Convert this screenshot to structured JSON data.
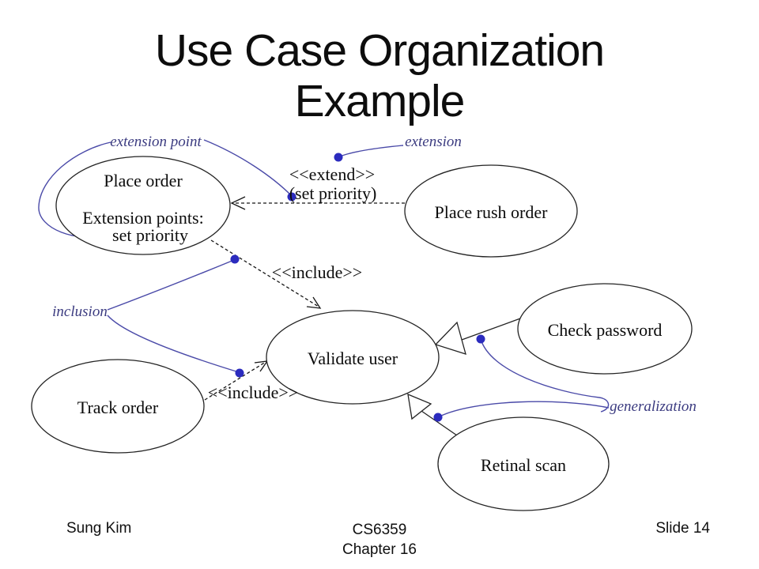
{
  "slide": {
    "title": {
      "line1": "Use Case Organization",
      "line2": "Example"
    },
    "footer": {
      "author": "Sung Kim",
      "course": "CS6359",
      "chapter": "Chapter 16",
      "slide_number": "Slide 14"
    }
  },
  "colors": {
    "background": "#ffffff",
    "shape_stroke": "#232323",
    "text": "#0c0c0c",
    "annotation_text": "#3b3b80",
    "annotation_line": "#4a4aa8",
    "annotation_dot": "#2b2bbe"
  },
  "diagram": {
    "use_cases": [
      {
        "label": "Place order",
        "extension_points_header": "Extension points:",
        "extension_point_name": "set priority"
      },
      {
        "label": "Place rush order"
      },
      {
        "label": "Validate user"
      },
      {
        "label": "Check password"
      },
      {
        "label": "Track order"
      },
      {
        "label": "Retinal scan"
      }
    ],
    "stereotypes": {
      "extend": "<<extend>>",
      "extend_argument": "(set priority)",
      "include_upper": "<<include>>",
      "include_lower": "<<include>>"
    },
    "annotation_labels": {
      "extension_point": "extension point",
      "extension": "extension",
      "inclusion": "inclusion",
      "generalization": "generalization"
    }
  }
}
